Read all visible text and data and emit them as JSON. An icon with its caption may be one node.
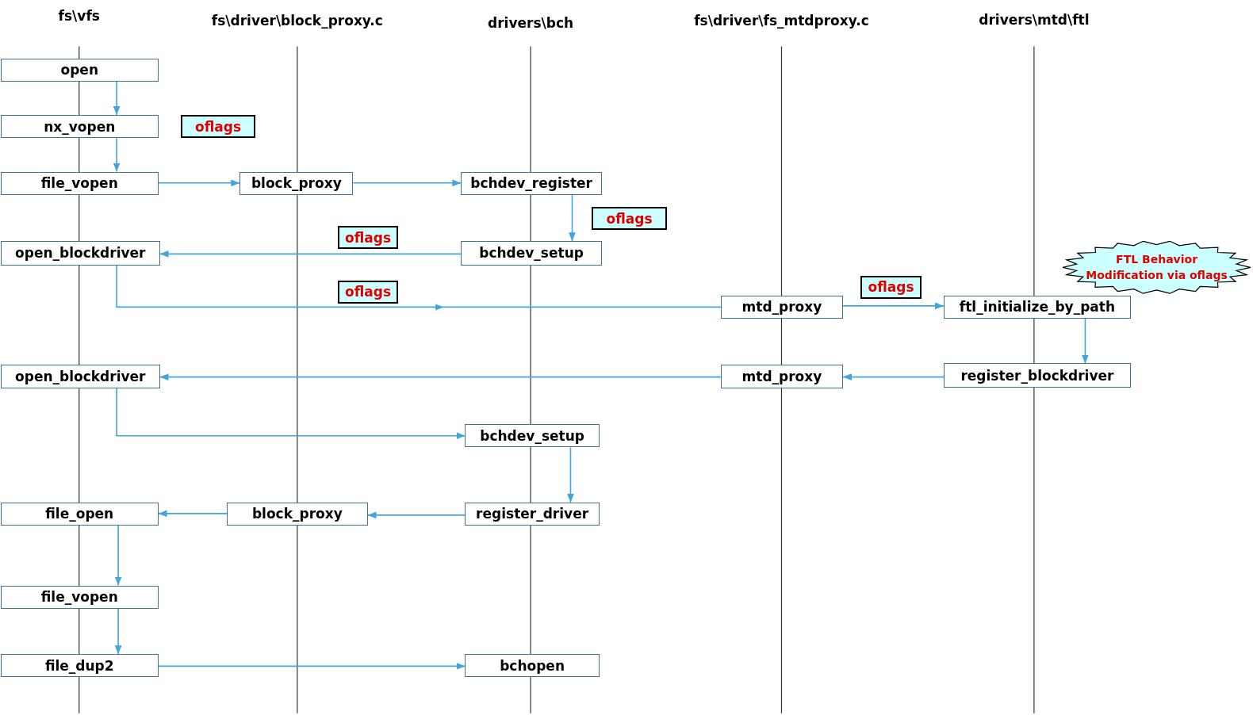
{
  "diagram": {
    "nodes": [
      {
        "text": [
          "open"
        ]
      },
      {
        "text": [
          "nx_vopen"
        ]
      },
      {
        "text": [
          "oflags"
        ]
      },
      {
        "text": [
          "file_vopen"
        ]
      },
      {
        "text": [
          "block_proxy"
        ]
      },
      {
        "text": [
          "bchdev_register"
        ]
      },
      {
        "text": [
          "oflags"
        ]
      },
      {
        "text": [
          "oflags"
        ]
      },
      {
        "text": [
          "open_blockdriver"
        ]
      },
      {
        "text": [
          "bchdev_setup"
        ]
      },
      {
        "text": [
          "FTL Behavior Modification via oflags"
        ]
      },
      {
        "text": [
          "oflags"
        ]
      },
      {
        "text": [
          "oflags"
        ]
      },
      {
        "text": [
          "mtd_proxy"
        ]
      },
      {
        "text": [
          "ftl_initialize_by_path"
        ]
      },
      {
        "text": [
          "open_blockdriver"
        ]
      },
      {
        "text": [
          "mtd_proxy"
        ]
      },
      {
        "text": [
          "register_blockdriver"
        ]
      },
      {
        "text": [
          "bchdev_setup"
        ]
      },
      {
        "text": [
          "file_open"
        ]
      },
      {
        "text": [
          "block_proxy"
        ]
      },
      {
        "text": [
          "register_driver"
        ]
      },
      {
        "text": [
          "file_vopen"
        ]
      },
      {
        "text": [
          "file_dup2"
        ]
      },
      {
        "text": [
          "bchopen"
        ]
      }
    ],
    "edges": [
      {
        "from": 0,
        "to": 1,
        "arrow": "to"
      },
      {
        "from": 1,
        "to": 3,
        "arrow": "to"
      },
      {
        "from": 3,
        "to": 4,
        "arrow": "to"
      },
      {
        "from": 4,
        "to": 5,
        "arrow": "to"
      },
      {
        "from": 5,
        "to": 9,
        "arrow": "to"
      },
      {
        "from": 9,
        "to": 8,
        "arrow": "to"
      },
      {
        "from": 8,
        "to": 13,
        "arrow": "to"
      },
      {
        "from": 13,
        "to": 14,
        "arrow": "to"
      },
      {
        "from": 14,
        "to": 17,
        "arrow": "to"
      },
      {
        "from": 17,
        "to": 16,
        "arrow": "to"
      },
      {
        "from": 16,
        "to": 15,
        "arrow": "to"
      },
      {
        "from": 15,
        "to": 18,
        "arrow": "to"
      },
      {
        "from": 18,
        "to": 21,
        "arrow": "to"
      },
      {
        "from": 21,
        "to": 20,
        "arrow": "to"
      },
      {
        "from": 20,
        "to": 19,
        "arrow": "to"
      },
      {
        "from": 19,
        "to": 22,
        "arrow": "to"
      },
      {
        "from": 22,
        "to": 23,
        "arrow": "to"
      },
      {
        "from": 23,
        "to": 24,
        "arrow": "to"
      }
    ],
    "labels": [
      "fs\\vfs",
      "fs\\driver\\block_proxy.c",
      "drivers\\bch",
      "fs\\driver\\fs_mtdproxy.c",
      "drivers\\mtd\\ftl"
    ]
  }
}
